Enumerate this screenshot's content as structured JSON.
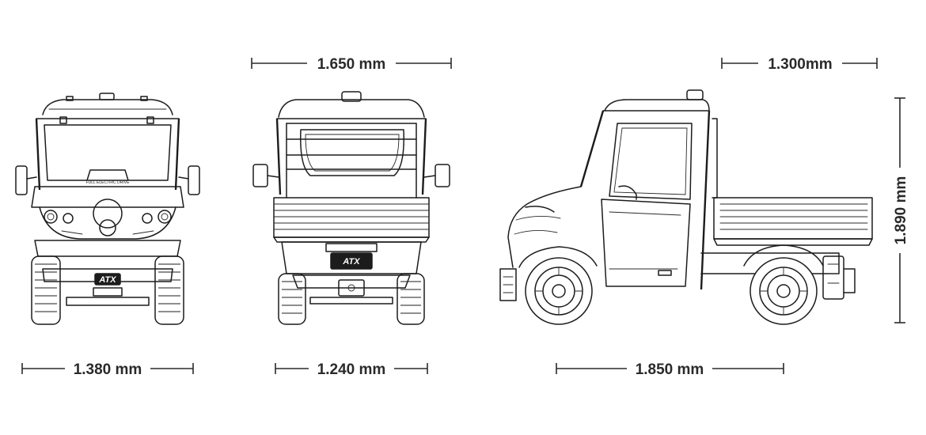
{
  "dimensions": {
    "front_width": "1.380 mm",
    "rear_top_width": "1.650 mm",
    "rear_track_width": "1.240 mm",
    "wheelbase": "1.850 mm",
    "bed_length": "1.300mm",
    "height": "1.890 mm"
  },
  "labels": {
    "brand_front": "ATX",
    "brand_rear": "ATX",
    "hood_text": "FULL ELECTRIC DRIVE"
  },
  "colors": {
    "line": "#1c1c1c",
    "background": "#ffffff",
    "text": "#2a2a2a"
  }
}
